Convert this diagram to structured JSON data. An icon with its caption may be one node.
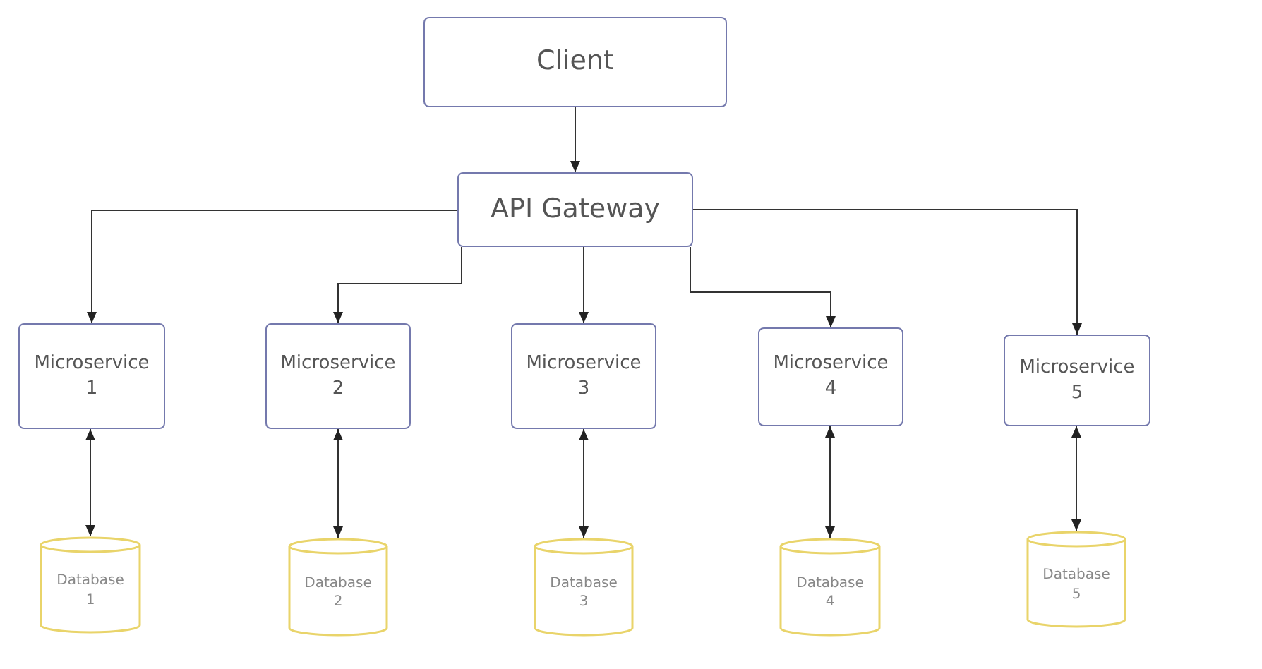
{
  "diagram": {
    "nodes": [
      {
        "text": [
          "Client"
        ]
      },
      {
        "text": [
          "API Gateway"
        ]
      },
      {
        "text": [
          "Microservice 1"
        ]
      },
      {
        "text": [
          "Microservice 2"
        ]
      },
      {
        "text": [
          "Microservice 3"
        ]
      },
      {
        "text": [
          "Microservice 4"
        ]
      },
      {
        "text": [
          "Microservice 5"
        ]
      },
      {
        "text": [
          "Database 1"
        ]
      },
      {
        "text": [
          "Database 2"
        ]
      },
      {
        "text": [
          "Database 3"
        ]
      },
      {
        "text": [
          "Database 4"
        ]
      },
      {
        "text": [
          "Database 5"
        ]
      }
    ],
    "edges": [
      {
        "from": 0,
        "to": 1,
        "arrow": "to"
      },
      {
        "from": 1,
        "to": 2,
        "arrow": "to"
      },
      {
        "from": 1,
        "to": 3,
        "arrow": "to"
      },
      {
        "from": 1,
        "to": 4,
        "arrow": "to"
      },
      {
        "from": 1,
        "to": 5,
        "arrow": "to"
      },
      {
        "from": 1,
        "to": 6,
        "arrow": "to"
      },
      {
        "from": 2,
        "to": 7,
        "arrow": "both"
      },
      {
        "from": 3,
        "to": 8,
        "arrow": "both"
      },
      {
        "from": 4,
        "to": 9,
        "arrow": "both"
      },
      {
        "from": 5,
        "to": 10,
        "arrow": "both"
      },
      {
        "from": 6,
        "to": 11,
        "arrow": "both"
      }
    ]
  }
}
